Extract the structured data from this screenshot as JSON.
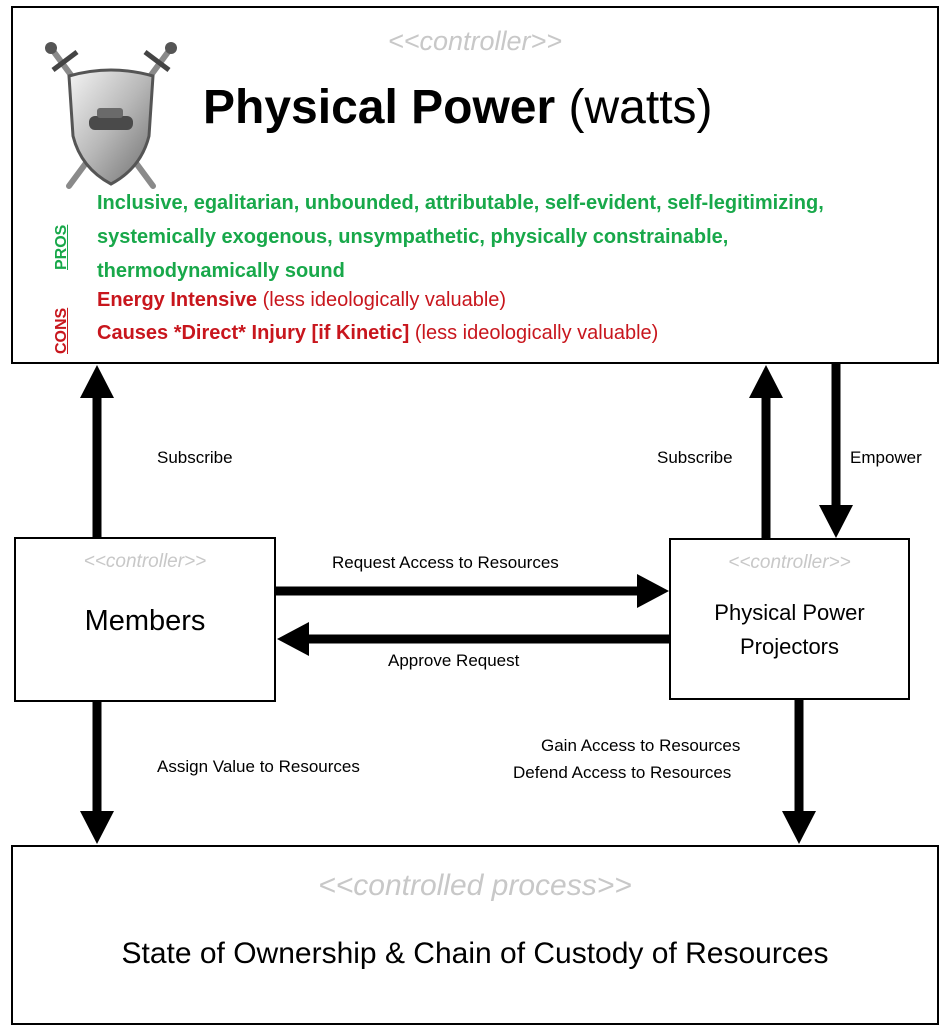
{
  "top_box": {
    "stereotype": "<<controller>>",
    "title_bold": "Physical Power",
    "title_unit": "(watts)",
    "pros_label": "PROS",
    "pros_text": "Inclusive, egalitarian, unbounded, attributable, self-evident, self-legitimizing, systemically exogenous, unsympathetic, physically constrainable, thermodynamically sound",
    "cons_label": "CONS",
    "cons_1_bold": "Energy Intensive",
    "cons_1_note": "(less ideologically valuable)",
    "cons_2_bold": "Causes *Direct* Injury [if Kinetic]",
    "cons_2_note": "(less ideologically valuable)",
    "pros_color": "#18a84a",
    "cons_color": "#c8161d"
  },
  "members_box": {
    "stereotype": "<<controller>>",
    "label": "Members"
  },
  "projectors_box": {
    "stereotype": "<<controller>>",
    "label_line_1": "Physical Power",
    "label_line_2": "Projectors"
  },
  "process_box": {
    "stereotype": "<<controlled process>>",
    "label": "State of Ownership & Chain of Custody of Resources"
  },
  "edges": {
    "subscribe_left": "Subscribe",
    "subscribe_right": "Subscribe",
    "empower": "Empower",
    "request_access": "Request Access to Resources",
    "approve_request": "Approve Request",
    "assign_value": "Assign Value to Resources",
    "gain_access": "Gain Access to Resources",
    "defend_access": "Defend Access to Resources"
  },
  "icons": {
    "emblem": "shield-with-crossed-swords-icon"
  }
}
